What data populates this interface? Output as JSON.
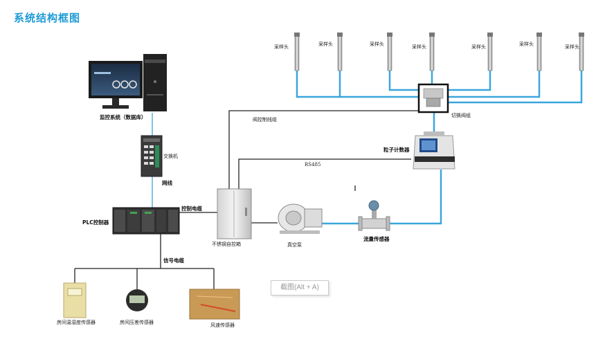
{
  "title": "系统结构框图",
  "probe_label": "采样头",
  "labels": {
    "switch_valve": "切换阀组",
    "valve_cable": "阀控制线缆",
    "particle_counter": "粒子计数器",
    "rs485": "RS485",
    "monitor_system": "监控系统（数据库）",
    "network_switch": "交换机",
    "network_cable": "网线",
    "control_cable": "控制电缆",
    "plc": "PLC控制器",
    "cabinet": "不锈钢自控箱",
    "vacuum_pump": "真空泵",
    "flow_sensor": "流量传感器",
    "signal_cable": "信号电缆",
    "temp_humidity_sensor": "房间温湿度传感器",
    "pressure_sensor": "房间压差传感器",
    "wind_sensor": "风速传感器"
  },
  "screenshot_hint": "截图(Alt + A)",
  "colors": {
    "title": "#1f9bd6",
    "pipe": "#3aa6dd",
    "cable": "#222222"
  }
}
